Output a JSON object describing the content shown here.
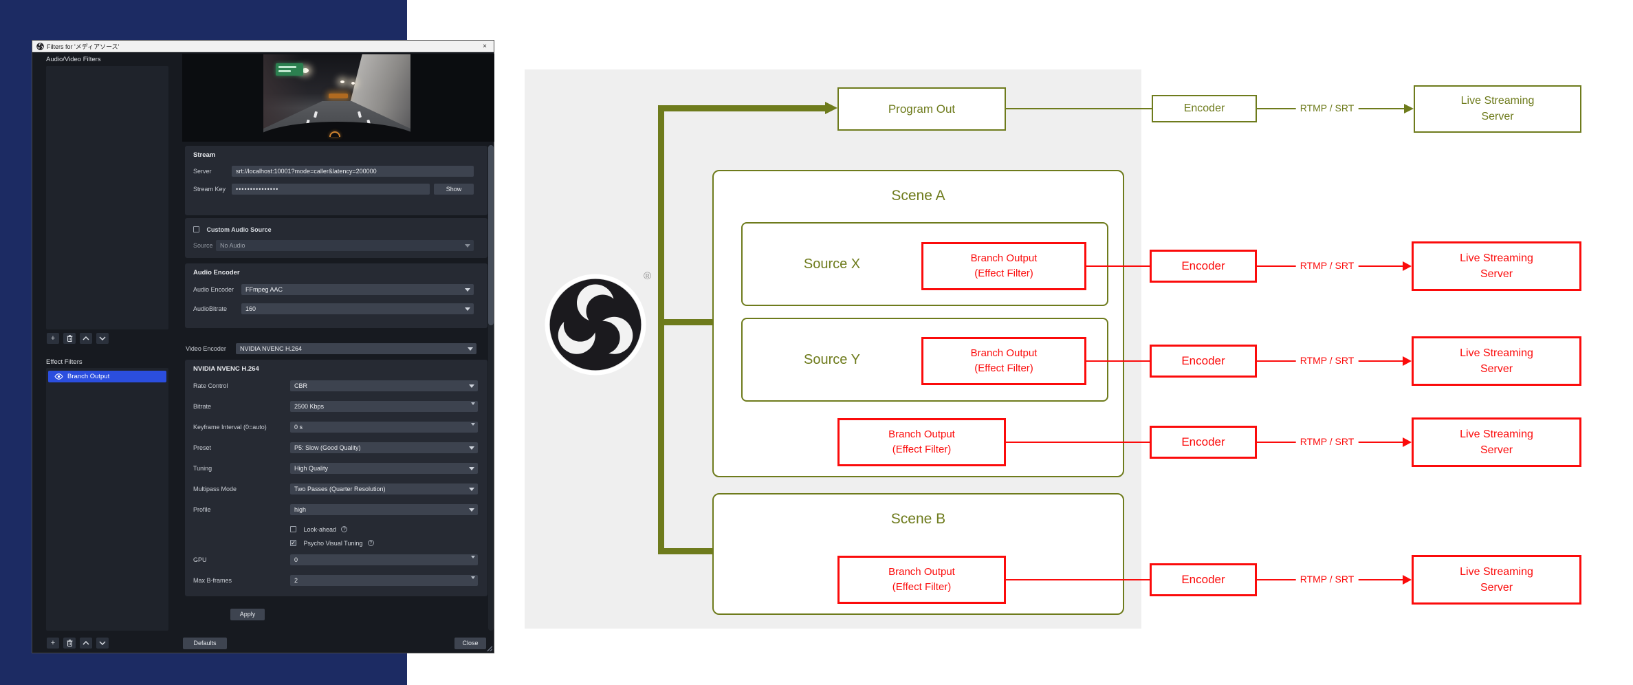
{
  "window": {
    "titlebar": {
      "title": "Filters for 'メディアソース'",
      "close_icon": "×"
    },
    "left": {
      "audio_video_filters_label": "Audio/Video Filters",
      "effect_filters_label": "Effect Filters",
      "selected_filter_label": "Branch Output"
    },
    "icons": {
      "add": "+",
      "check": "✓",
      "help": "?"
    },
    "stream": {
      "header": "Stream",
      "server_label": "Server",
      "server_value": "srt://localhost:10001?mode=caller&latency=200000",
      "key_label": "Stream Key",
      "key_value": "•••••••••••••••",
      "show_button": "Show"
    },
    "audio_source": {
      "checkbox_label": "Custom Audio Source",
      "source_label": "Source",
      "source_value": "No Audio"
    },
    "audio_encoder": {
      "header": "Audio Encoder",
      "encoder_label": "Audio Encoder",
      "encoder_value": "FFmpeg AAC",
      "bitrate_label": "AudioBitrate",
      "bitrate_value": "160"
    },
    "video_encoder": {
      "label": "Video Encoder",
      "value": "NVIDIA NVENC H.264"
    },
    "nvenc": {
      "header": "NVIDIA NVENC H.264",
      "rows": [
        {
          "label": "Rate Control",
          "value": "CBR"
        },
        {
          "label": "Bitrate",
          "value": "2500 Kbps"
        },
        {
          "label": "Keyframe Interval (0=auto)",
          "value": "0 s"
        },
        {
          "label": "Preset",
          "value": "P5: Slow (Good Quality)"
        },
        {
          "label": "Tuning",
          "value": "High Quality"
        },
        {
          "label": "Multipass Mode",
          "value": "Two Passes (Quarter Resolution)"
        },
        {
          "label": "Profile",
          "value": "high"
        }
      ],
      "lookahead_label": "Look-ahead",
      "psycho_label": "Psycho Visual Tuning",
      "gpu_label": "GPU",
      "gpu_value": "0",
      "max_b_label": "Max B-frames",
      "max_b_value": "2"
    },
    "buttons": {
      "apply": "Apply",
      "defaults": "Defaults",
      "close": "Close"
    }
  },
  "diagram": {
    "obs_mark": "®",
    "program_out_label": "Program Out",
    "scene_a_label": "Scene A",
    "scene_b_label": "Scene B",
    "source_x_label": "Source X",
    "source_y_label": "Source Y",
    "branch_line1": "Branch Output",
    "branch_line2": "(Effect Filter)",
    "encoder_label": "Encoder",
    "protocol_label": "RTMP / SRT",
    "server_line1": "Live Streaming",
    "server_line2": "Server",
    "colors": {
      "olive": "#6e7b1c",
      "red": "#fb0b0b",
      "panel_bg": "#efefef",
      "navy": "#1c2b63",
      "selection_blue": "#2b4ede"
    }
  }
}
